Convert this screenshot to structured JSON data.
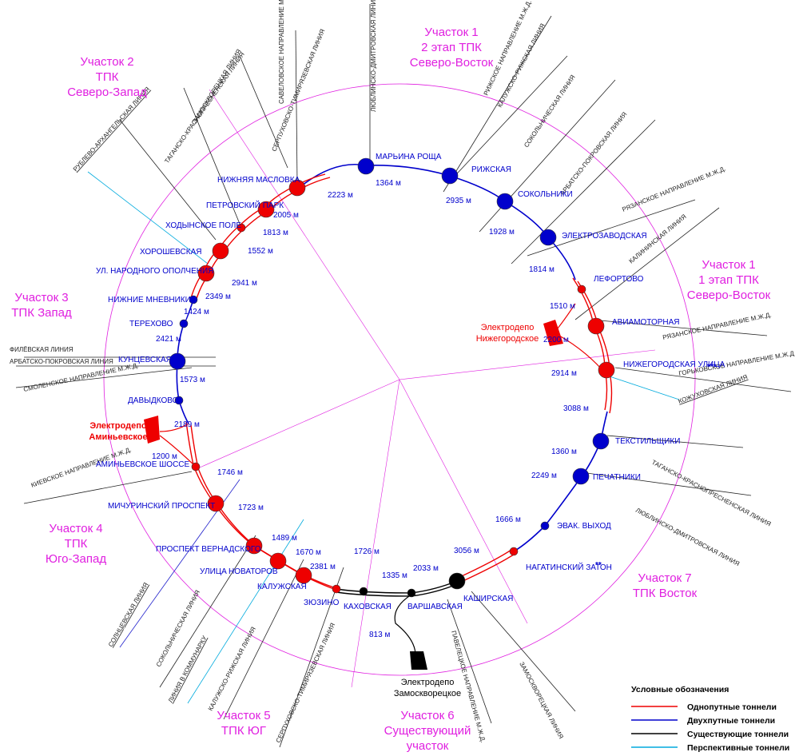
{
  "sections": [
    {
      "id": "s1a",
      "lines": [
        "Участок 1",
        "2 этап ТПК",
        "Северо-Восток"
      ]
    },
    {
      "id": "s1b",
      "lines": [
        "Участок 1",
        "1 этап ТПК",
        "Северо-Восток"
      ]
    },
    {
      "id": "s2",
      "lines": [
        "Участок 2",
        "ТПК",
        "Северо-Запад"
      ]
    },
    {
      "id": "s3",
      "lines": [
        "Участок 3",
        "ТПК Запад"
      ]
    },
    {
      "id": "s4",
      "lines": [
        "Участок 4",
        "ТПК",
        "Юго-Запад"
      ]
    },
    {
      "id": "s5",
      "lines": [
        "Участок 5",
        "ТПК ЮГ"
      ]
    },
    {
      "id": "s6",
      "lines": [
        "Участок 6",
        "Существующий",
        "участок"
      ]
    },
    {
      "id": "s7",
      "lines": [
        "Участок 7",
        "ТПК Восток"
      ]
    }
  ],
  "stations": [
    {
      "name": "МАРЬИНА РОЩА",
      "kind": "blue"
    },
    {
      "name": "РИЖСКАЯ",
      "kind": "blue"
    },
    {
      "name": "СОКОЛЬНИКИ",
      "kind": "blue"
    },
    {
      "name": "ЭЛЕКТРОЗАВОДСКАЯ",
      "kind": "blue"
    },
    {
      "name": "ЛЕФОРТОВО",
      "kind": "red-small"
    },
    {
      "name": "АВИАМОТОРНАЯ",
      "kind": "red"
    },
    {
      "name": "НИЖЕГОРОДСКАЯ УЛИЦА",
      "kind": "red"
    },
    {
      "name": "ТЕКСТИЛЬЩИКИ",
      "kind": "blue"
    },
    {
      "name": "ПЕЧАТНИКИ",
      "kind": "blue"
    },
    {
      "name": "ЭВАК. ВЫХОД",
      "kind": "blue-small"
    },
    {
      "name": "НАГАТИНСКИЙ ЗАТОН",
      "kind": "red-small"
    },
    {
      "name": "КАШИРСКАЯ",
      "kind": "black"
    },
    {
      "name": "ВАРШАВСКАЯ",
      "kind": "black-small"
    },
    {
      "name": "КАХОВСКАЯ",
      "kind": "black-small"
    },
    {
      "name": "ЗЮЗИНО",
      "kind": "red-small"
    },
    {
      "name": "КАЛУЖСКАЯ",
      "kind": "red"
    },
    {
      "name": "НОВАТОРОВ",
      "kind": "red"
    },
    {
      "name": "УЛИЦА",
      "kind": "none"
    },
    {
      "name": "ПРОСПЕКТ ВЕРНАДСКОГО",
      "kind": "red"
    },
    {
      "name": "МИЧУРИНСКИЙ ПРОСПЕКТ",
      "kind": "red"
    },
    {
      "name": "АМИНЬЕВСКОЕ   ШОССЕ",
      "kind": "red-small"
    },
    {
      "name": "ДАВЫДКОВО",
      "kind": "blue-small"
    },
    {
      "name": "КУНЦЕВСКАЯ",
      "kind": "blue"
    },
    {
      "name": "ТЕРЕХОВО",
      "kind": "blue-small"
    },
    {
      "name": "НИЖНИЕ МНЕВНИКИ",
      "kind": "blue-small"
    },
    {
      "name": "УЛ. НАРОДНОГО ОПОЛЧЕНИЯ",
      "kind": "red"
    },
    {
      "name": "ХОРОШЕВСКАЯ",
      "kind": "red"
    },
    {
      "name": "ХОДЫНСКОЕ ПОЛЕ",
      "kind": "red-small"
    },
    {
      "name": "ПЕТРОВСКИЙ ПАРК",
      "kind": "red"
    },
    {
      "name": "НИЖНЯЯ МАСЛОВКА",
      "kind": "red"
    }
  ],
  "distances": [
    "1364 м",
    "2935 м",
    "1928 м",
    "1814 м",
    "1510 м",
    "2200 м",
    "2914 м",
    "3088 м",
    "1360 м",
    "2249 м",
    "1666 м",
    "3056 м",
    "2033 м",
    "1335 м",
    "1726 м",
    "2381 м",
    "1670 м",
    "1489 м",
    "1723 м",
    "1746 м",
    "1200 м",
    "2189 м",
    "1573 м",
    "2421 м",
    "1424 м",
    "2349 м",
    "2941 м",
    "1552 м",
    "1813 м",
    "2005 м",
    "2223 м",
    "813 м"
  ],
  "lines": [
    {
      "name": "САВЕЛОВСКОЕ НАПРАВЛЕНИЕ М.Ж.Д.",
      "color": "#222222"
    },
    {
      "name": "ЛЮБЛИНСКО-ДМИТРОВСКАЯ ЛИНИЯ",
      "color": "#222222"
    },
    {
      "name": "СЕРПУХОВСКО-ТИМИРЯЗЕВСКАЯ ЛИНИЯ",
      "color": "#222222"
    },
    {
      "name": "ЗАМОСКВОРЕЦКАЯ ЛИНИЯ",
      "color": "#222222"
    },
    {
      "name": "ТАГАНСКО-КРАСНОПРЕСНЕНСКАЯ ЛИНИЯ",
      "color": "#222222"
    },
    {
      "name": "РУБЛЕВО-АРХАНГЕЛЬСКАЯ ЛИНИЯ",
      "color": "#00aadd"
    },
    {
      "name": "РИЖСКОЕ НАПРАВЛЕНИЕ М.Ж.Д.",
      "color": "#222222"
    },
    {
      "name": "КАЛУЖСКО-РИЖСКАЯ ЛИНИЯ",
      "color": "#222222"
    },
    {
      "name": "СОКОЛЬНИЧЕСКАЯ ЛИНИЯ",
      "color": "#222222"
    },
    {
      "name": "АРБАТСКО-ПОКРОВСКАЯ ЛИНИЯ",
      "color": "#222222"
    },
    {
      "name": "РЯЗАНСКОЕ НАПРАВЛЕНИЕ М.Ж.Д.",
      "color": "#222222"
    },
    {
      "name": "КАЛИНИНСКАЯ ЛИНИЯ",
      "color": "#222222"
    },
    {
      "name": "РЯЗАНСКОЕ НАПРАВЛЕНИЕ М.Ж.Д.",
      "color": "#222222"
    },
    {
      "name": "ГОРЬКОВСКОЕ НАПРАВЛЕНИЕ М.Ж.Д",
      "color": "#222222"
    },
    {
      "name": "КОЖУХОВСКАЯ ЛИНИЯ",
      "color": "#00aadd"
    },
    {
      "name": "ТАГАНСКО-КРАСНОПРЕСНЕНСКАЯ ЛИНИЯ",
      "color": "#222222"
    },
    {
      "name": "ЛЮБЛИНСКО-ДМИТРОВСКАЯ ЛИНИЯ",
      "color": "#222222"
    },
    {
      "name": "ФИЛЁВСКАЯ ЛИНИЯ",
      "color": "#222222"
    },
    {
      "name": "АРБАТСКО-ПОКРОВСКАЯ ЛИНИЯ",
      "color": "#222222"
    },
    {
      "name": "СМОЛЕНСКОЕ НАПРАВЛЕНИЕ М.Ж.Д.",
      "color": "#222222"
    },
    {
      "name": "КИЕВСКОЕ НАПРАВЛЕНИЕ М.Ж.Д.",
      "color": "#222222"
    },
    {
      "name": "СОЛНЦЕВСКАЯ ЛИНИЯ",
      "color": "#2222cc"
    },
    {
      "name": "СОКОЛЬНИЧЕСКАЯ ЛИНИЯ",
      "color": "#222222"
    },
    {
      "name": "ЛИНИЯ В КОММУНАРКУ",
      "color": "#00aadd"
    },
    {
      "name": "КАЛУЖСКО-РИЖСКАЯ ЛИНИЯ",
      "color": "#222222"
    },
    {
      "name": "СЕРПУХОВСКО-ТИМИРЯЗЕВСКАЯ ЛИНИЯ",
      "color": "#222222"
    },
    {
      "name": "ПАВЕЛЕЦКОЕ НАПРАВЛЕНИЕ М.Ж.Д.",
      "color": "#222222"
    },
    {
      "name": "ЗАМОСКВОРЕЦКАЯ ЛИНИЯ",
      "color": "#222222"
    }
  ],
  "depots": [
    {
      "lines": [
        "Электродепо",
        "Нижегородское"
      ],
      "color": "#ee0000"
    },
    {
      "lines": [
        "Электродепо",
        "Аминьевское"
      ],
      "color": "#ee0000"
    },
    {
      "lines": [
        "Электродепо",
        "Замоскворецкое"
      ],
      "color": "#000000"
    }
  ],
  "marks": {
    "triple": "***",
    "double": "**"
  },
  "legend": {
    "title": "Условные обозначения",
    "items": [
      {
        "label": "Однопутные тоннели",
        "color": "#ee0000"
      },
      {
        "label": "Двухпутные тоннели",
        "color": "#0000cc"
      },
      {
        "label": "Существующие тоннели",
        "color": "#000000"
      },
      {
        "label": "Перспективные тоннели",
        "color": "#00aadd"
      }
    ]
  },
  "colors": {
    "section": "#e020e0",
    "blue": "#0000cc",
    "red": "#ee0000",
    "black": "#000000",
    "cyan": "#00aadd"
  }
}
